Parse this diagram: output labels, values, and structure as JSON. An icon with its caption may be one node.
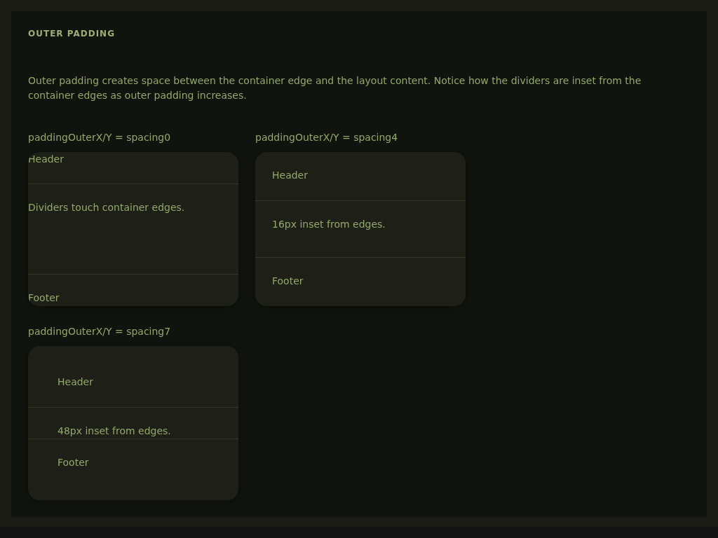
{
  "diagram": {
    "title": "OUTER PADDING",
    "nodes": [
      {
        "text": [
          "paddingOuterX/Y = spacing0"
        ]
      },
      {
        "text": [
          "Header"
        ],
        "in": 0
      },
      {
        "text": [
          "Dividers touch container edges."
        ],
        "in": 0
      },
      {
        "text": [
          "Footer"
        ],
        "in": 0
      },
      {
        "text": [
          "paddingOuterX/Y = spacing4"
        ]
      },
      {
        "text": [
          "Header"
        ],
        "in": 4
      },
      {
        "text": [
          "16px inset from edges."
        ],
        "in": 4
      },
      {
        "text": [
          "Footer"
        ],
        "in": 4
      },
      {
        "text": [
          "paddingOuterX/Y = spacing7"
        ]
      },
      {
        "text": [
          "Header"
        ],
        "in": 8
      },
      {
        "text": [
          "48px inset from edges."
        ],
        "in": 8
      },
      {
        "text": [
          "Footer"
        ],
        "in": 8
      }
    ],
    "labels": [
      "Outer padding creates space between the container edge and the layout content. Notice how the dividers are inset from the container edges as outer padding increases."
    ]
  }
}
